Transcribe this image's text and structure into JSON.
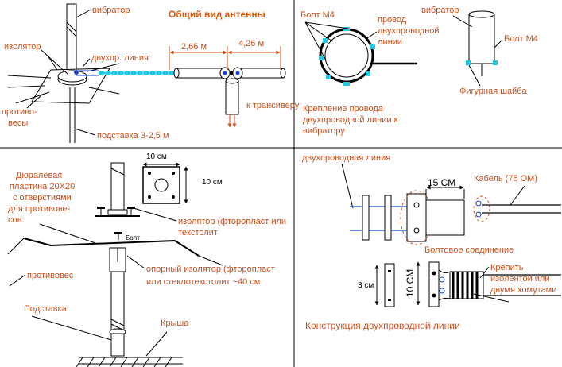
{
  "panel1": {
    "title": "Общий вид антенны",
    "vibrator": "вибратор",
    "izolyator": "изолятор",
    "twin_line": "двухпр. линия",
    "dim_266": "2,66 м",
    "dim_426": "4,26 м",
    "counterpoise_1": "противо-",
    "counterpoise_2": "весы",
    "to_transceiver": "к трансиверу",
    "stand": "подставка 3-2,5 м"
  },
  "panel2": {
    "bolt": "Болт М4",
    "wire_1": "провод",
    "wire_2": "двухпроводной",
    "wire_3": "линии",
    "vibrator": "вибратор",
    "bolt2": "Болт М4",
    "fig_washer": "Фигурная шайба",
    "mount_1": "Крепление провода",
    "mount_2": "двухпроводной линии к",
    "mount_3": "вибратору"
  },
  "panel3": {
    "dim_10a": "10 см",
    "dim_10b": "10 см",
    "plate_1": "Дюралевая",
    "plate_2": "пластина 20Х20",
    "plate_3": "с отверстиями",
    "plate_4": "для противове-",
    "plate_5": "сов.",
    "iso_1": "изолятор (фторопласт или",
    "iso_2": "текстолит",
    "bolt": "Болт",
    "counterpoise": "противовес",
    "support_1": "опорный изолятор (фторопласт",
    "support_2": "или стеклотекстолит ~40 см",
    "stand": "Подставка",
    "roof": "Крыша"
  },
  "panel4": {
    "twin_line": "двухпроводная линия",
    "dim_15": "15 СМ",
    "cable": "Кабель (75 ОМ)",
    "bolt_conn": "Болтовое соединение",
    "dim_3": "3 см",
    "dim_10": "10 СМ",
    "tape_1": "Крепить",
    "tape_2": "изолентой или",
    "tape_3": "двумя хомутами",
    "construction": "Конструкция двухпроводной линии"
  }
}
